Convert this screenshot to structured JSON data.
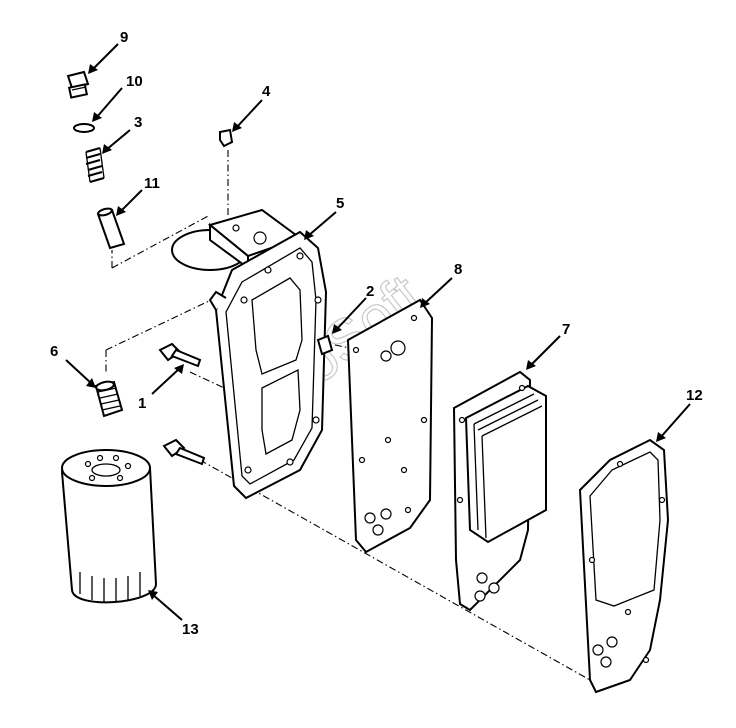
{
  "watermark": "AutoSoft",
  "callouts": [
    {
      "id": "callout-9",
      "label": "9"
    },
    {
      "id": "callout-10",
      "label": "10"
    },
    {
      "id": "callout-3",
      "label": "3"
    },
    {
      "id": "callout-11",
      "label": "11"
    },
    {
      "id": "callout-4",
      "label": "4"
    },
    {
      "id": "callout-5",
      "label": "5"
    },
    {
      "id": "callout-2",
      "label": "2"
    },
    {
      "id": "callout-8",
      "label": "8"
    },
    {
      "id": "callout-7",
      "label": "7"
    },
    {
      "id": "callout-6",
      "label": "6"
    },
    {
      "id": "callout-1",
      "label": "1"
    },
    {
      "id": "callout-12",
      "label": "12"
    },
    {
      "id": "callout-13",
      "label": "13"
    }
  ]
}
